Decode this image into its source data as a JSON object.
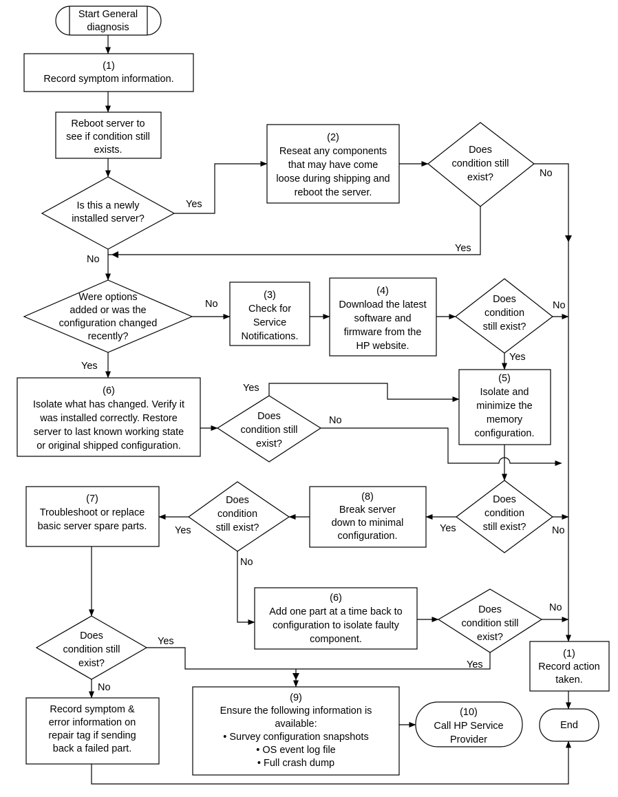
{
  "start": {
    "lines": [
      "Start General",
      "diagnosis"
    ]
  },
  "n1": {
    "lines": [
      "(1)",
      "Record symptom information."
    ]
  },
  "reboot": {
    "lines": [
      "Reboot server to",
      "see if condition still",
      "exists."
    ]
  },
  "d_new": {
    "lines": [
      "Is this a newly",
      "installed server?"
    ]
  },
  "n2": {
    "lines": [
      "(2)",
      "Reseat any components",
      "that may have come",
      "loose during shipping and",
      "reboot the server."
    ]
  },
  "d_after2": {
    "lines": [
      "Does",
      "condition still",
      "exist?"
    ]
  },
  "d_options": {
    "lines": [
      "Were options",
      "added or was the",
      "configuration changed",
      "recently?"
    ]
  },
  "n3": {
    "lines": [
      "(3)",
      "Check for",
      "Service",
      "Notifications."
    ]
  },
  "n4": {
    "lines": [
      "(4)",
      "Download the latest",
      "software and",
      "firmware from the",
      "HP website."
    ]
  },
  "d_after4": {
    "lines": [
      "Does",
      "condition",
      "still exist?"
    ]
  },
  "n6a": {
    "lines": [
      "(6)",
      "Isolate what has changed. Verify it",
      "was installed correctly.  Restore",
      "server to last known working state",
      "or original shipped configuration."
    ]
  },
  "d_after6": {
    "lines": [
      "Does",
      "condition still",
      "exist?"
    ]
  },
  "n5": {
    "lines": [
      "(5)",
      "Isolate and",
      "minimize the",
      "memory",
      "configuration."
    ]
  },
  "d_after5": {
    "lines": [
      "Does",
      "condition",
      "still exist?"
    ]
  },
  "n8": {
    "lines": [
      "(8)",
      "Break server",
      "down to minimal",
      "configuration."
    ]
  },
  "d_after8": {
    "lines": [
      "Does",
      "condition",
      "still exist?"
    ]
  },
  "n7": {
    "lines": [
      "(7)",
      "Troubleshoot or replace",
      "basic server spare parts."
    ]
  },
  "n6b": {
    "lines": [
      "(6)",
      "Add one part at a time back to",
      "configuration to isolate faulty",
      "component."
    ]
  },
  "d_after6b": {
    "lines": [
      "Does",
      "condition still",
      "exist?"
    ]
  },
  "d_after7": {
    "lines": [
      "Does",
      "condition still",
      "exist?"
    ]
  },
  "n1b": {
    "lines": [
      "(1)",
      "Record action",
      "taken."
    ]
  },
  "record_symptom": {
    "lines": [
      "Record symptom &",
      "error information on",
      "repair tag if sending",
      "back a failed part."
    ]
  },
  "n9": {
    "lines": [
      "(9)",
      "Ensure the following information is",
      "available:",
      "Survey configuration snapshots",
      "OS event log file",
      "Full crash dump"
    ]
  },
  "n10": {
    "lines": [
      "(10)",
      "Call HP Service",
      "Provider"
    ]
  },
  "end": {
    "lines": [
      "End"
    ]
  },
  "labels": {
    "yes": "Yes",
    "no": "No"
  }
}
